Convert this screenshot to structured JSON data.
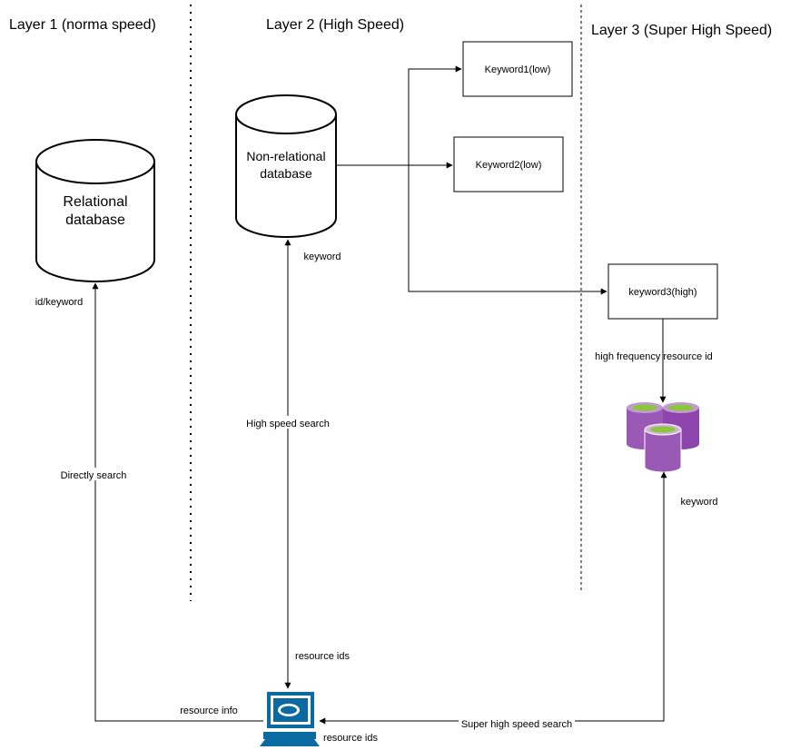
{
  "layers": {
    "layer1": "Layer 1 (norma speed)",
    "layer2": "Layer 2 (High Speed)",
    "layer3": "Layer 3 (Super High Speed)"
  },
  "relational_db": {
    "line1": "Relational",
    "line2": "database"
  },
  "nonrelational_db": {
    "line1": "Non-relational",
    "line2": "database"
  },
  "keywords": {
    "k1": "Keyword1(low)",
    "k2": "Keyword2(low)",
    "k3": "keyword3(high)"
  },
  "edge_labels": {
    "id_keyword": "id/keyword",
    "directly_search": "Directly search",
    "keyword_nr": "keyword",
    "high_speed_search": "High speed search",
    "resource_ids_top": "resource ids",
    "resource_info": "resource info",
    "resource_ids_bottom": "resource ids",
    "super_high_speed_search": "Super high speed search",
    "high_frequency_resource_id": "high frequency resource id",
    "keyword_cache": "keyword"
  },
  "icons": {
    "client": "computer-terminal-icon",
    "cache": "cache-cluster-icon"
  },
  "colors": {
    "stroke": "#000000",
    "terminal": "#0b6aa2",
    "cache_purple": "#9b59b6",
    "cache_top": "#8cc63f"
  }
}
